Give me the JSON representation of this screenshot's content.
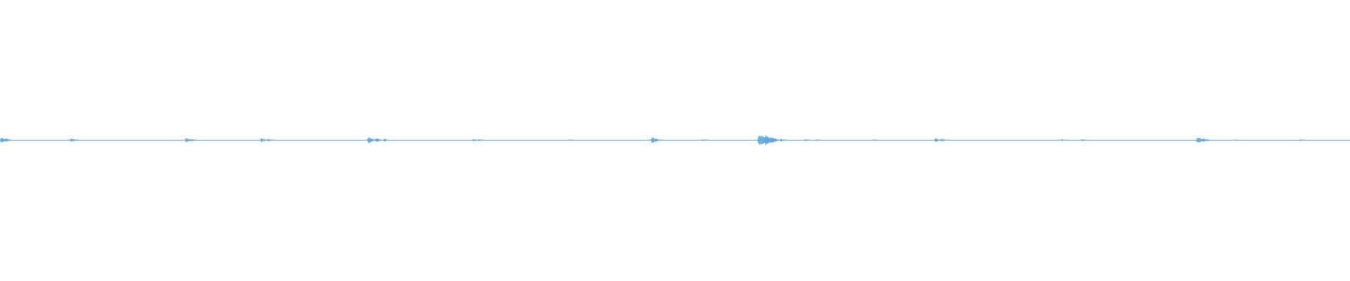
{
  "waveform": {
    "color": "#5aa8de",
    "duration_fraction_markers": [
      {
        "pos": 0.0,
        "amp": 0.45
      },
      {
        "pos": 0.004,
        "amp": 0.3
      },
      {
        "pos": 0.052,
        "amp": 0.35
      },
      {
        "pos": 0.137,
        "amp": 0.4
      },
      {
        "pos": 0.141,
        "amp": 0.25
      },
      {
        "pos": 0.193,
        "amp": 0.35
      },
      {
        "pos": 0.198,
        "amp": 0.25
      },
      {
        "pos": 0.272,
        "amp": 0.55
      },
      {
        "pos": 0.278,
        "amp": 0.35
      },
      {
        "pos": 0.284,
        "amp": 0.25
      },
      {
        "pos": 0.35,
        "amp": 0.25
      },
      {
        "pos": 0.354,
        "amp": 0.2
      },
      {
        "pos": 0.421,
        "amp": 0.15
      },
      {
        "pos": 0.482,
        "amp": 0.55
      },
      {
        "pos": 0.52,
        "amp": 0.2
      },
      {
        "pos": 0.561,
        "amp": 1.0
      },
      {
        "pos": 0.566,
        "amp": 0.85
      },
      {
        "pos": 0.571,
        "amp": 0.5
      },
      {
        "pos": 0.578,
        "amp": 0.25
      },
      {
        "pos": 0.596,
        "amp": 0.2
      },
      {
        "pos": 0.604,
        "amp": 0.15
      },
      {
        "pos": 0.647,
        "amp": 0.15
      },
      {
        "pos": 0.692,
        "amp": 0.4
      },
      {
        "pos": 0.697,
        "amp": 0.25
      },
      {
        "pos": 0.786,
        "amp": 0.2
      },
      {
        "pos": 0.801,
        "amp": 0.2
      },
      {
        "pos": 0.886,
        "amp": 0.6
      },
      {
        "pos": 0.891,
        "amp": 0.35
      },
      {
        "pos": 0.915,
        "amp": 0.15
      },
      {
        "pos": 0.962,
        "amp": 0.15
      }
    ]
  }
}
